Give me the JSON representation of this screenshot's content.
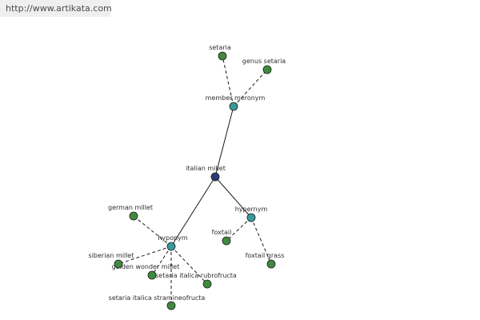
{
  "header": {
    "url": "http://www.artikata.com"
  },
  "colors": {
    "root_node": "#2d3a78",
    "relation_node": "#3a9a9a",
    "leaf_node": "#3f8a3f",
    "node_stroke": "#1f1f1f",
    "edge": "#1a1a1a"
  },
  "nodes": {
    "root": {
      "label": "italian millet"
    },
    "meronym": {
      "label": "member meronym"
    },
    "hypernym": {
      "label": "hypernym"
    },
    "hyponym": {
      "label": "hyponym"
    },
    "setaria": {
      "label": "setaria"
    },
    "genus": {
      "label": "genus setaria"
    },
    "foxtail": {
      "label": "foxtail"
    },
    "foxgrass": {
      "label": "foxtail grass"
    },
    "german": {
      "label": "german millet"
    },
    "siberian": {
      "label": "siberian millet"
    },
    "golden": {
      "label": "golden wonder millet"
    },
    "rubro": {
      "label": "setaria italica rubrofructa"
    },
    "strami": {
      "label": "setaria italica stramineofructa"
    }
  }
}
